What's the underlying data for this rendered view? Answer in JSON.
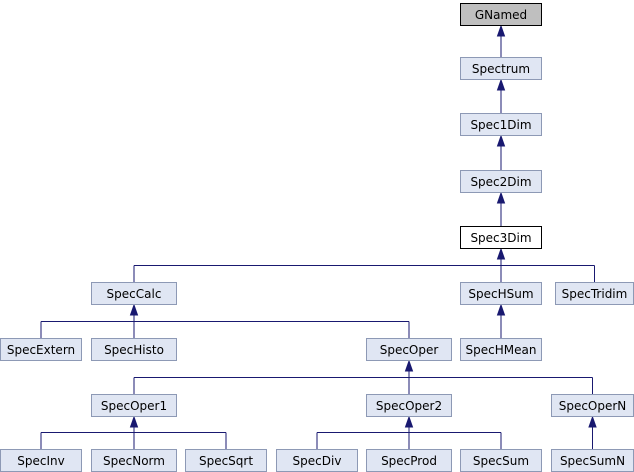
{
  "colors": {
    "node_fill": "#e0e6f3",
    "node_border": "#8d99b5",
    "root_fill": "#bfbfbf",
    "root_border": "#000000",
    "highlight_fill": "#ffffff",
    "highlight_border": "#000000",
    "edge": "#191970"
  },
  "nodes": {
    "gnamed": "GNamed",
    "spectrum": "Spectrum",
    "spec1dim": "Spec1Dim",
    "spec2dim": "Spec2Dim",
    "spec3dim": "Spec3Dim",
    "speccalc": "SpecCalc",
    "spechsum": "SpecHSum",
    "spectridim": "SpecTridim",
    "specextern": "SpecExtern",
    "spechisto": "SpecHisto",
    "specoper": "SpecOper",
    "spechmean": "SpecHMean",
    "specoper1": "SpecOper1",
    "specoper2": "SpecOper2",
    "specopern": "SpecOperN",
    "specinv": "SpecInv",
    "specnorm": "SpecNorm",
    "specsqrt": "SpecSqrt",
    "specdiv": "SpecDiv",
    "specprod": "SpecProd",
    "specsum": "SpecSum",
    "specsumn": "SpecSumN"
  },
  "edges": [
    [
      "spectrum",
      "gnamed"
    ],
    [
      "spec1dim",
      "spectrum"
    ],
    [
      "spec2dim",
      "spec1dim"
    ],
    [
      "spec3dim",
      "spec2dim"
    ],
    [
      "speccalc",
      "spec3dim"
    ],
    [
      "spechsum",
      "spec3dim"
    ],
    [
      "spectridim",
      "spec3dim"
    ],
    [
      "specextern",
      "speccalc"
    ],
    [
      "spechisto",
      "speccalc"
    ],
    [
      "specoper",
      "speccalc"
    ],
    [
      "spechmean",
      "spechsum"
    ],
    [
      "specoper1",
      "specoper"
    ],
    [
      "specoper2",
      "specoper"
    ],
    [
      "specopern",
      "specoper"
    ],
    [
      "specinv",
      "specoper1"
    ],
    [
      "specnorm",
      "specoper1"
    ],
    [
      "specsqrt",
      "specoper1"
    ],
    [
      "specdiv",
      "specoper2"
    ],
    [
      "specprod",
      "specoper2"
    ],
    [
      "specsum",
      "specoper2"
    ],
    [
      "specsumn",
      "specopern"
    ]
  ],
  "root": "gnamed",
  "highlighted": "spec3dim"
}
